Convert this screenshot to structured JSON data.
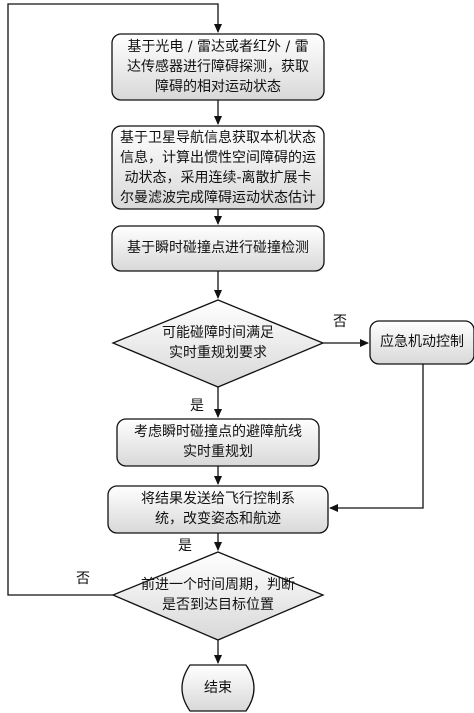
{
  "nodes": {
    "sense": {
      "lines": [
        "基于光电 / 雷达或者红外 / 雷",
        "达传感器进行障碍探测，获取",
        "障碍的相对运动状态"
      ]
    },
    "estimate": {
      "lines": [
        "基于卫星导航信息获取本机状态",
        "信息，计算出惯性空间障碍的运",
        "动状态，采用连续-离散扩展卡",
        "尔曼滤波完成障碍运动状态估计"
      ]
    },
    "collision_detect": {
      "lines": [
        "基于瞬时碰撞点进行碰撞检测"
      ]
    },
    "time_check": {
      "lines": [
        "可能碰障时间满足",
        "实时重规划要求"
      ]
    },
    "emergency": {
      "lines": [
        "应急机动控制"
      ]
    },
    "replan": {
      "lines": [
        "考虑瞬时碰撞点的避障航线",
        "实时重规划"
      ]
    },
    "send_result": {
      "lines": [
        "将结果发送给飞行控制系",
        "统，改变姿态和航迹"
      ]
    },
    "target_check": {
      "lines": [
        "前进一个时间周期，判断",
        "是否到达目标位置"
      ]
    },
    "end": {
      "lines": [
        "结束"
      ]
    }
  },
  "edges": {
    "time_no": "否",
    "time_yes": "是",
    "target_yes": "是",
    "target_no": "否"
  },
  "colors": {
    "box_top": "#ffffff",
    "box_bottom": "#d8d8d8",
    "stroke": "#111111"
  }
}
